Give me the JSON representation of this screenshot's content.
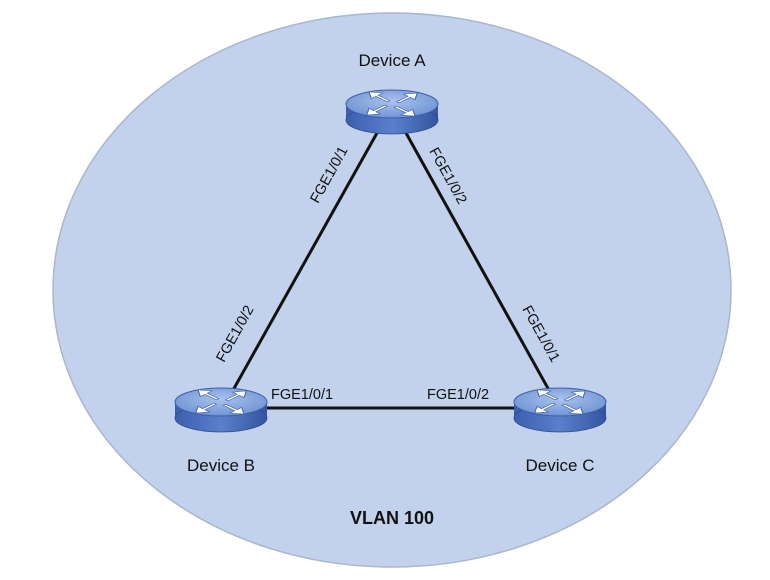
{
  "network": {
    "name": "VLAN 100",
    "fill_color": "#c2d2ec",
    "border_color": "#a9b6cc"
  },
  "devices": [
    {
      "id": "a",
      "label": "Device A"
    },
    {
      "id": "b",
      "label": "Device B"
    },
    {
      "id": "c",
      "label": "Device C"
    }
  ],
  "links": [
    {
      "from": "a",
      "to": "b",
      "from_port": "FGE1/0/1",
      "to_port": "FGE1/0/2"
    },
    {
      "from": "a",
      "to": "c",
      "from_port": "FGE1/0/2",
      "to_port": "FGE1/0/1"
    },
    {
      "from": "b",
      "to": "c",
      "from_port": "FGE1/0/1",
      "to_port": "FGE1/0/2"
    }
  ],
  "colors": {
    "switch_body": "#4d74c4",
    "switch_top": "#86a8e2",
    "link": "#111111"
  },
  "icons": {
    "switch": "switch-icon"
  }
}
